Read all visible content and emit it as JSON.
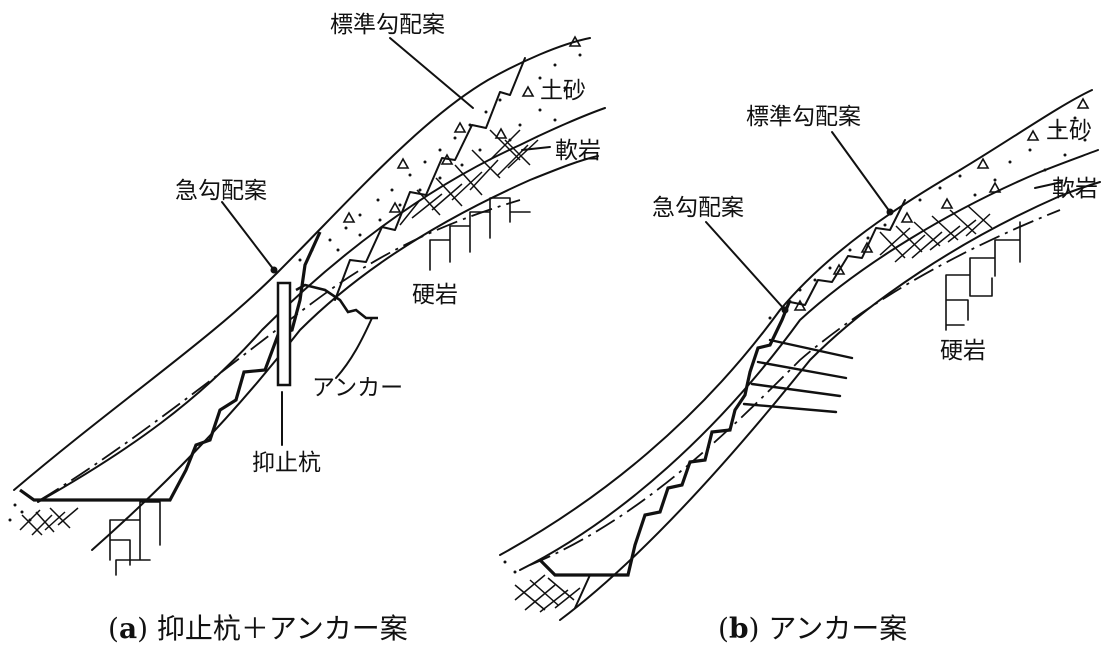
{
  "panel_a": {
    "caption_letter": "a",
    "caption_text": "抑止杭＋アンカー案",
    "labels": {
      "standard_slope": "標準勾配案",
      "steep_slope": "急勾配案",
      "soil": "土砂",
      "soft_rock": "軟岩",
      "hard_rock": "硬岩",
      "anchor": "アンカー",
      "restraint_pile": "抑止杭"
    }
  },
  "panel_b": {
    "caption_letter": "b",
    "caption_text": "アンカー案",
    "labels": {
      "standard_slope": "標準勾配案",
      "steep_slope": "急勾配案",
      "soil": "土砂",
      "soft_rock": "軟岩",
      "hard_rock": "硬岩"
    }
  }
}
